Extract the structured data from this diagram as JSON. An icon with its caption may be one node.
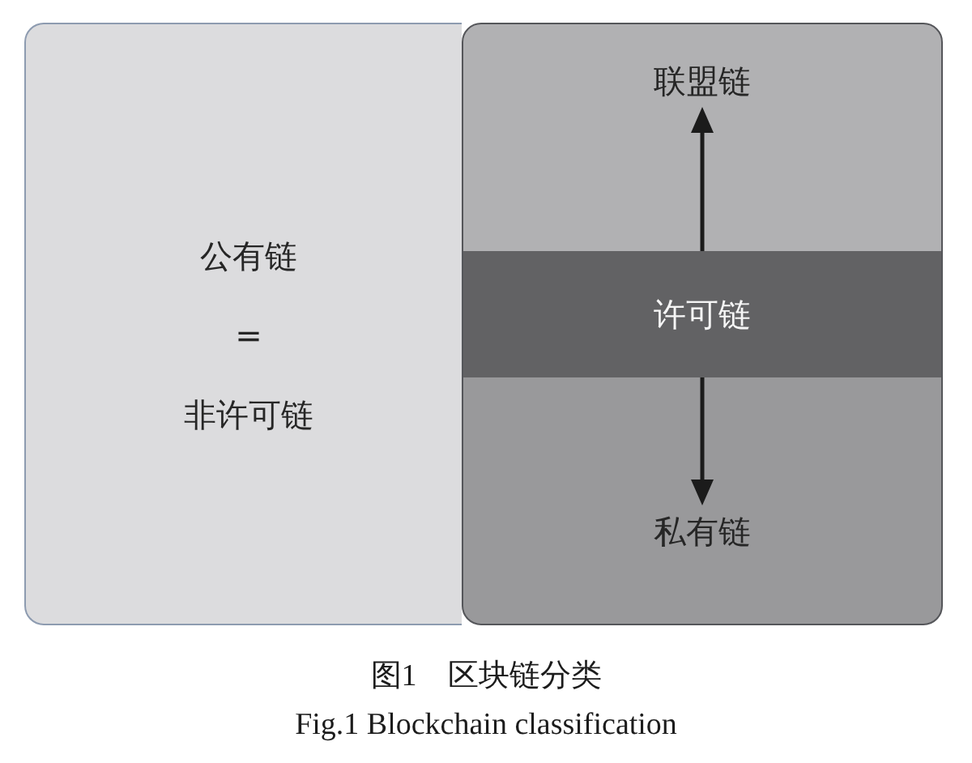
{
  "diagram": {
    "caption": "图1　区块链分类",
    "nodes": [
      {
        "text": [
          "公有链",
          "=",
          "非许可链"
        ]
      },
      {
        "text": [],
        "shape": "box"
      },
      {
        "text": [
          "联盟链"
        ],
        "in": 1
      },
      {
        "text": [
          "许可链"
        ],
        "in": 1
      },
      {
        "text": [
          "私有链"
        ],
        "in": 1
      }
    ],
    "edges": [
      {
        "from": 3,
        "to": 2,
        "arrow": "to"
      },
      {
        "from": 3,
        "to": 4,
        "arrow": "to"
      }
    ],
    "labels": [
      "Fig.1 Blockchain classification"
    ]
  }
}
